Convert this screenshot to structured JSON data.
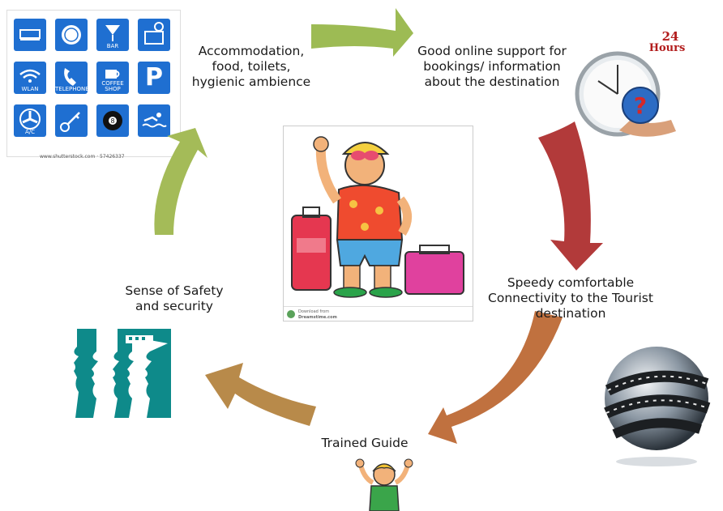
{
  "labels": {
    "accommodation": [
      "Accommodation,",
      "food, toilets,",
      "hygienic ambience"
    ],
    "online_support": [
      "Good online support for",
      "bookings/ information",
      "about the destination"
    ],
    "connectivity": [
      "Speedy comfortable",
      "Connectivity to the Tourist",
      "destination"
    ],
    "guide": [
      "Trained Guide"
    ],
    "safety": [
      "Sense of Safety",
      "and security"
    ]
  },
  "signs": {
    "wlan": "WLAN",
    "telephone": "TELEPHONE",
    "coffee": "COFFEE SHOP",
    "bar": "BAR",
    "parking": "P",
    "ac": "A/C",
    "credit": "www.shutterstock.com · 57426337"
  },
  "clock": {
    "hours_top": "24",
    "hours_bottom": "Hours"
  },
  "card": {
    "download": "Download from",
    "site": "Dreamstime.com"
  },
  "colors": {
    "arrow_green": "#9dbb54",
    "arrow_red": "#b23a3a",
    "arrow_orange": "#c0713f",
    "arrow_tan": "#b88a4a",
    "sign_blue": "#1f6fd1",
    "safety_teal": "#0e8a8a"
  }
}
